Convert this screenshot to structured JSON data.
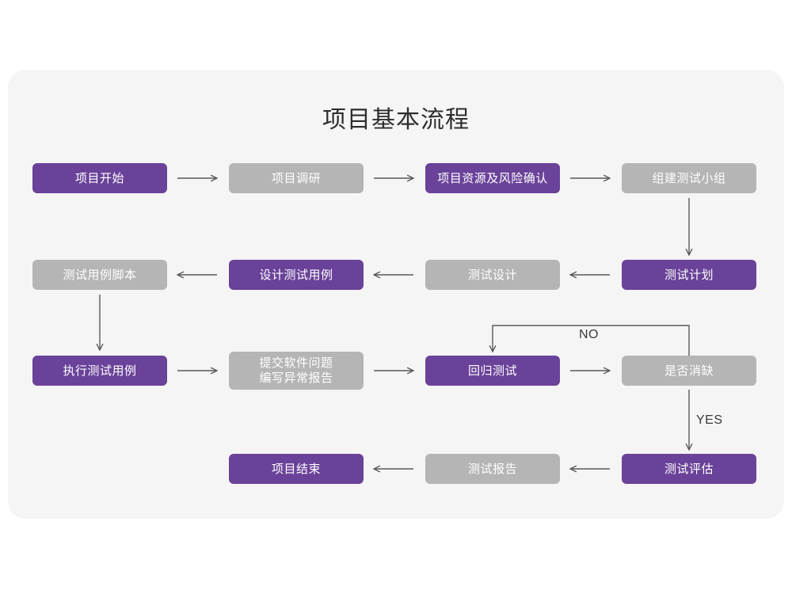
{
  "page": {
    "background_color": "#ffffff",
    "card_color": "#f5f5f5",
    "title": "项目基本流程"
  },
  "theme": {
    "primary_color": "#6a4299",
    "secondary_color": "#b5b5b5",
    "node_text_color": "#ffffff",
    "connector_color": "#595959",
    "title_color": "#2e2e2e"
  },
  "flow": {
    "nodes": [
      {
        "id": "n1",
        "label": "项目开始",
        "style": "purple",
        "row": 1,
        "col": 1
      },
      {
        "id": "n2",
        "label": "项目调研",
        "style": "gray",
        "row": 1,
        "col": 2
      },
      {
        "id": "n3",
        "label": "项目资源及风险确认",
        "style": "purple",
        "row": 1,
        "col": 3
      },
      {
        "id": "n4",
        "label": "组建测试小组",
        "style": "gray",
        "row": 1,
        "col": 4
      },
      {
        "id": "n5",
        "label": "测试用例脚本",
        "style": "gray",
        "row": 2,
        "col": 1
      },
      {
        "id": "n6",
        "label": "设计测试用例",
        "style": "purple",
        "row": 2,
        "col": 2
      },
      {
        "id": "n7",
        "label": "测试设计",
        "style": "gray",
        "row": 2,
        "col": 3
      },
      {
        "id": "n8",
        "label": "测试计划",
        "style": "purple",
        "row": 2,
        "col": 4
      },
      {
        "id": "n9",
        "label": "执行测试用例",
        "style": "purple",
        "row": 3,
        "col": 1
      },
      {
        "id": "n10",
        "label": "提交软件问题\n编写异常报告",
        "style": "gray",
        "row": 3,
        "col": 2
      },
      {
        "id": "n11",
        "label": "回归测试",
        "style": "purple",
        "row": 3,
        "col": 3
      },
      {
        "id": "n12",
        "label": "是否消缺",
        "style": "gray",
        "row": 3,
        "col": 4
      },
      {
        "id": "n13",
        "label": "项目结束",
        "style": "purple",
        "row": 4,
        "col": 2
      },
      {
        "id": "n14",
        "label": "测试报告",
        "style": "gray",
        "row": 4,
        "col": 3
      },
      {
        "id": "n15",
        "label": "测试评估",
        "style": "purple",
        "row": 4,
        "col": 4
      }
    ],
    "edge_labels": {
      "no": "NO",
      "yes": "YES"
    }
  }
}
